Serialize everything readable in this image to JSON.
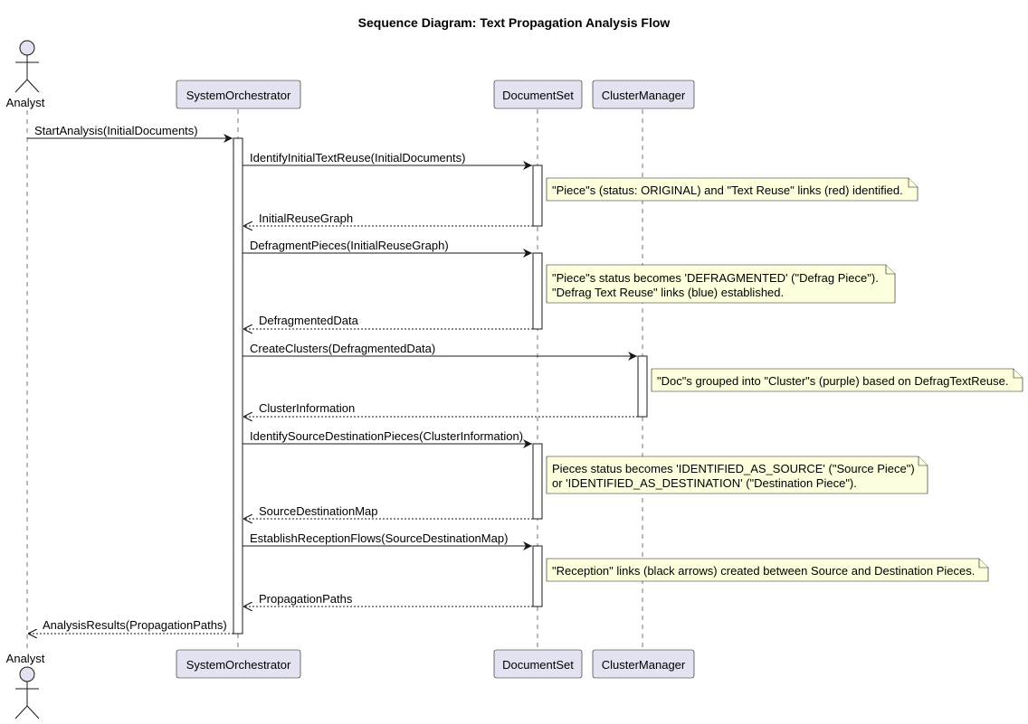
{
  "title": "Sequence Diagram: Text Propagation Analysis Flow",
  "colors": {
    "participant_fill": "#E2E2F0",
    "note_fill": "#FEFFDD",
    "line": "#181818",
    "activation_fill": "#FFFFFF"
  },
  "participants": [
    {
      "id": "analyst",
      "label": "Analyst",
      "kind": "actor"
    },
    {
      "id": "orchestrator",
      "label": "SystemOrchestrator",
      "kind": "participant"
    },
    {
      "id": "docset",
      "label": "DocumentSet",
      "kind": "participant"
    },
    {
      "id": "cluster",
      "label": "ClusterManager",
      "kind": "participant"
    }
  ],
  "messages": [
    {
      "from": "analyst",
      "to": "orchestrator",
      "label": "StartAnalysis(InitialDocuments)",
      "style": "sync"
    },
    {
      "from": "orchestrator",
      "to": "docset",
      "label": "IdentifyInitialTextReuse(InitialDocuments)",
      "style": "sync"
    },
    {
      "from": "docset",
      "to": "orchestrator",
      "label": "InitialReuseGraph",
      "style": "return"
    },
    {
      "from": "orchestrator",
      "to": "docset",
      "label": "DefragmentPieces(InitialReuseGraph)",
      "style": "sync"
    },
    {
      "from": "docset",
      "to": "orchestrator",
      "label": "DefragmentedData",
      "style": "return"
    },
    {
      "from": "orchestrator",
      "to": "cluster",
      "label": "CreateClusters(DefragmentedData)",
      "style": "sync"
    },
    {
      "from": "cluster",
      "to": "orchestrator",
      "label": "ClusterInformation",
      "style": "return"
    },
    {
      "from": "orchestrator",
      "to": "docset",
      "label": "IdentifySourceDestinationPieces(ClusterInformation)",
      "style": "sync"
    },
    {
      "from": "docset",
      "to": "orchestrator",
      "label": "SourceDestinationMap",
      "style": "return"
    },
    {
      "from": "orchestrator",
      "to": "docset",
      "label": "EstablishReceptionFlows(SourceDestinationMap)",
      "style": "sync"
    },
    {
      "from": "docset",
      "to": "orchestrator",
      "label": "PropagationPaths",
      "style": "return"
    },
    {
      "from": "orchestrator",
      "to": "analyst",
      "label": "AnalysisResults(PropagationPaths)",
      "style": "return"
    }
  ],
  "notes": [
    {
      "on": "docset",
      "lines": [
        "\"Piece\"s (status: ORIGINAL) and \"Text Reuse\" links (red) identified."
      ]
    },
    {
      "on": "docset",
      "lines": [
        "\"Piece\"s status becomes 'DEFRAGMENTED' (\"Defrag Piece\").",
        "\"Defrag Text Reuse\" links (blue) established."
      ]
    },
    {
      "on": "cluster",
      "lines": [
        "\"Doc\"s grouped into \"Cluster\"s (purple) based on DefragTextReuse."
      ]
    },
    {
      "on": "docset",
      "lines": [
        "Pieces status becomes 'IDENTIFIED_AS_SOURCE' (\"Source Piece\")",
        "or 'IDENTIFIED_AS_DESTINATION' (\"Destination Piece\")."
      ]
    },
    {
      "on": "docset",
      "lines": [
        "\"Reception\" links (black arrows) created between Source and Destination Pieces."
      ]
    }
  ]
}
